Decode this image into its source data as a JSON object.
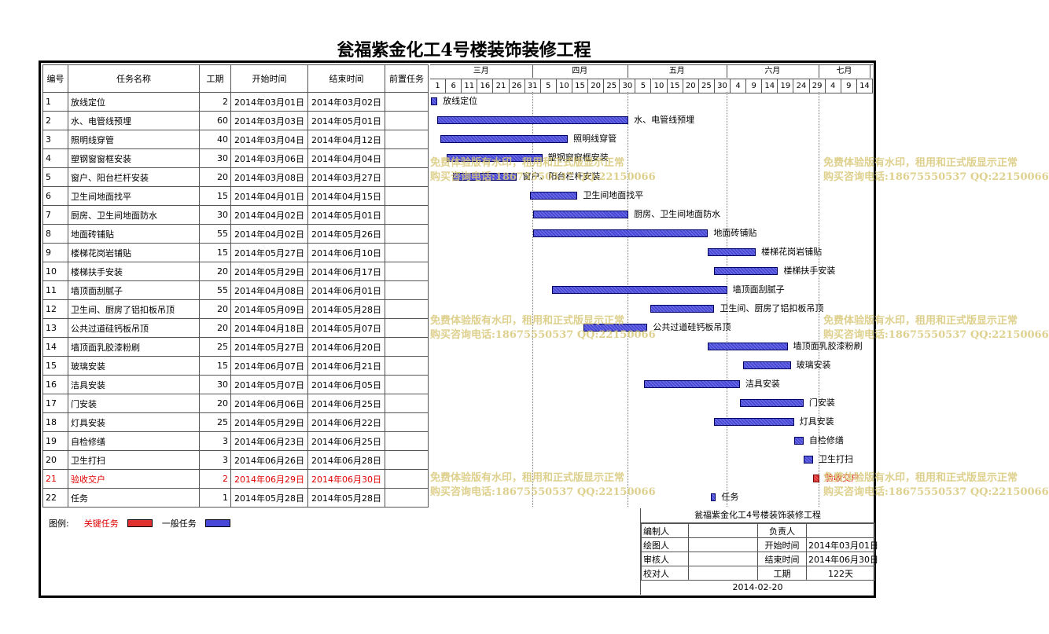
{
  "title": "瓮福紫金化工4号楼装饰装修工程",
  "table_headers": [
    "编号",
    "任务名称",
    "工期",
    "开始时间",
    "结束时间",
    "前置任务"
  ],
  "tasks": [
    {
      "id": "1",
      "name": "放线定位",
      "dur": "2",
      "start": "2014年03月01日",
      "end": "2014年03月02日",
      "s": 0,
      "d": 2
    },
    {
      "id": "2",
      "name": "水、电管线预埋",
      "dur": "60",
      "start": "2014年03月03日",
      "end": "2014年05月01日",
      "s": 2,
      "d": 60
    },
    {
      "id": "3",
      "name": "照明线穿管",
      "dur": "40",
      "start": "2014年03月04日",
      "end": "2014年04月12日",
      "s": 3,
      "d": 40
    },
    {
      "id": "4",
      "name": "塑钢窗窗框安装",
      "dur": "30",
      "start": "2014年03月06日",
      "end": "2014年04月04日",
      "s": 5,
      "d": 30
    },
    {
      "id": "5",
      "name": "窗户、阳台栏杆安装",
      "dur": "20",
      "start": "2014年03月08日",
      "end": "2014年03月27日",
      "s": 7,
      "d": 20
    },
    {
      "id": "6",
      "name": "卫生间地面找平",
      "dur": "15",
      "start": "2014年04月01日",
      "end": "2014年04月15日",
      "s": 31,
      "d": 15
    },
    {
      "id": "7",
      "name": "厨房、卫生间地面防水",
      "dur": "30",
      "start": "2014年04月02日",
      "end": "2014年05月01日",
      "s": 32,
      "d": 30
    },
    {
      "id": "8",
      "name": "地面砖铺贴",
      "dur": "55",
      "start": "2014年04月02日",
      "end": "2014年05月26日",
      "s": 32,
      "d": 55
    },
    {
      "id": "9",
      "name": "楼梯花岗岩铺贴",
      "dur": "15",
      "start": "2014年05月27日",
      "end": "2014年06月10日",
      "s": 87,
      "d": 15
    },
    {
      "id": "10",
      "name": "楼梯扶手安装",
      "dur": "20",
      "start": "2014年05月29日",
      "end": "2014年06月17日",
      "s": 89,
      "d": 20
    },
    {
      "id": "11",
      "name": "墙顶面刮腻子",
      "dur": "55",
      "start": "2014年04月08日",
      "end": "2014年06月01日",
      "s": 38,
      "d": 55
    },
    {
      "id": "12",
      "name": "卫生间、厨房了铝扣板吊顶",
      "dur": "20",
      "start": "2014年05月09日",
      "end": "2014年05月28日",
      "s": 69,
      "d": 20
    },
    {
      "id": "13",
      "name": "公共过道硅钙板吊顶",
      "dur": "20",
      "start": "2014年04月18日",
      "end": "2014年05月07日",
      "s": 48,
      "d": 20
    },
    {
      "id": "14",
      "name": "墙顶面乳胶漆粉刷",
      "dur": "25",
      "start": "2014年05月27日",
      "end": "2014年06月20日",
      "s": 87,
      "d": 25
    },
    {
      "id": "15",
      "name": "玻璃安装",
      "dur": "15",
      "start": "2014年06月07日",
      "end": "2014年06月21日",
      "s": 98,
      "d": 15
    },
    {
      "id": "16",
      "name": "洁具安装",
      "dur": "30",
      "start": "2014年05月07日",
      "end": "2014年06月05日",
      "s": 67,
      "d": 30
    },
    {
      "id": "17",
      "name": "门安装",
      "dur": "20",
      "start": "2014年06月06日",
      "end": "2014年06月25日",
      "s": 97,
      "d": 20
    },
    {
      "id": "18",
      "name": "灯具安装",
      "dur": "25",
      "start": "2014年05月29日",
      "end": "2014年06月22日",
      "s": 89,
      "d": 25
    },
    {
      "id": "19",
      "name": "自检修缮",
      "dur": "3",
      "start": "2014年06月23日",
      "end": "2014年06月25日",
      "s": 114,
      "d": 3
    },
    {
      "id": "20",
      "name": "卫生打扫",
      "dur": "3",
      "start": "2014年06月26日",
      "end": "2014年06月28日",
      "s": 117,
      "d": 3
    },
    {
      "id": "21",
      "name": "验收交户",
      "dur": "2",
      "start": "2014年06月29日",
      "end": "2014年06月30日",
      "s": 120,
      "d": 2,
      "critical": true
    },
    {
      "id": "22",
      "name": "任务",
      "dur": "1",
      "start": "2014年05月28日",
      "end": "2014年05月28日",
      "s": 88,
      "d": 1
    }
  ],
  "months": [
    {
      "label": "三月",
      "from": 0,
      "to": 31
    },
    {
      "label": "四月",
      "from": 31,
      "to": 61
    },
    {
      "label": "五月",
      "from": 61,
      "to": 92
    },
    {
      "label": "六月",
      "from": 92,
      "to": 121
    },
    {
      "label": "七月",
      "from": 121,
      "to": 137
    }
  ],
  "days": [
    "1",
    "6",
    "11",
    "16",
    "21",
    "26",
    "31",
    "5",
    "10",
    "15",
    "20",
    "25",
    "30",
    "5",
    "10",
    "15",
    "20",
    "25",
    "30",
    "4",
    "9",
    "14",
    "19",
    "24",
    "29",
    "4",
    "9",
    "14"
  ],
  "legend": {
    "label": "图例:",
    "critical": "关键任务",
    "normal": "一般任务",
    "critical_color": "#e03030",
    "normal_color": "#4747d8"
  },
  "info": {
    "title": "瓮福紫金化工4号楼装饰装修工程",
    "rows": [
      [
        "编制人",
        "",
        "负责人",
        ""
      ],
      [
        "绘图人",
        "",
        "开始时间",
        "2014年03月01日"
      ],
      [
        "审核人",
        "",
        "结束时间",
        "2014年06月30日"
      ],
      [
        "校对人",
        "",
        "工期",
        "122天"
      ]
    ],
    "date": "2014-02-20"
  },
  "watermark": [
    "免费体验版有水印，租用和正式版显示正常",
    "购买咨询电话:18675550537 QQ:22150066"
  ]
}
